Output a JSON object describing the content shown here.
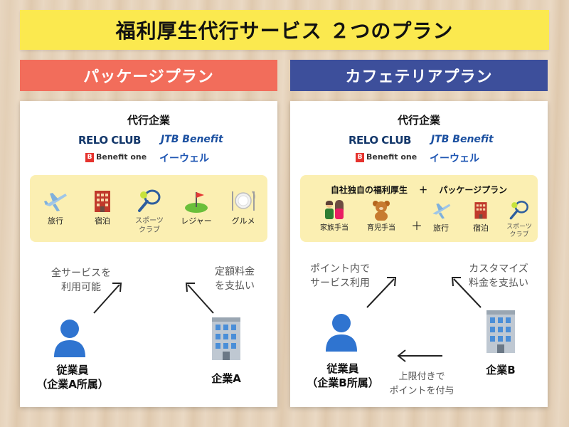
{
  "title": "福利厚生代行サービス ２つのプラン",
  "colors": {
    "title_bg": "#fbe94f",
    "package_header": "#f26d5b",
    "cafeteria_header": "#3d4f9b",
    "service_box": "#fbefb2"
  },
  "package": {
    "header": "パッケージプラン",
    "agents_heading": "代行企業",
    "logos": {
      "relo": "RELO CLUB",
      "jtb": "JTB Benefit",
      "benefit_one": "Benefit one",
      "ewell": "イーウェル"
    },
    "services": [
      {
        "icon": "airplane-icon",
        "label": "旅行"
      },
      {
        "icon": "hotel-icon",
        "label": "宿泊"
      },
      {
        "icon": "tennis-racket-icon",
        "label": "スポーツ\nクラブ"
      },
      {
        "icon": "golf-icon",
        "label": "レジャー"
      },
      {
        "icon": "dining-icon",
        "label": "グルメ"
      }
    ],
    "employee_note": "全サービスを\n利用可能",
    "company_note": "定額料金\nを支払い",
    "employee_label": "従業員\n（企業A所属）",
    "company_label": "企業A"
  },
  "cafeteria": {
    "header": "カフェテリアプラン",
    "agents_heading": "代行企業",
    "logos": {
      "relo": "RELO CLUB",
      "jtb": "JTB Benefit",
      "benefit_one": "Benefit one",
      "ewell": "イーウェル"
    },
    "box_title_left": "自社独自の福利厚生",
    "box_title_plus": "＋",
    "box_title_right": "パッケージプラン",
    "own_services": [
      {
        "icon": "family-icon",
        "label": "家族手当"
      },
      {
        "icon": "teddy-bear-icon",
        "label": "育児手当"
      }
    ],
    "plus": "＋",
    "package_services": [
      {
        "icon": "airplane-icon",
        "label": "旅行"
      },
      {
        "icon": "hotel-icon",
        "label": "宿泊"
      },
      {
        "icon": "tennis-racket-icon",
        "label": "スポーツ\nクラブ"
      }
    ],
    "employee_note": "ポイント内で\nサービス利用",
    "company_note": "カスタマイズ\n料金を支払い",
    "points_note": "上限付きで\nポイントを付与",
    "employee_label": "従業員\n（企業B所属）",
    "company_label": "企業B"
  }
}
